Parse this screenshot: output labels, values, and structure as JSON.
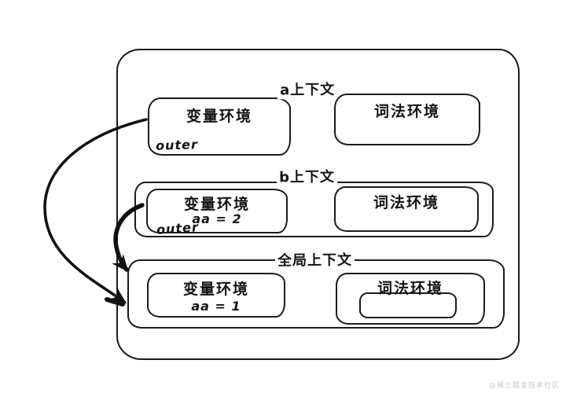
{
  "diagram": {
    "contexts": {
      "a": {
        "title": "a上下文",
        "variable_env": {
          "title": "变量环境",
          "outer": "outer"
        },
        "lexical_env": {
          "title": "词法环境"
        }
      },
      "b": {
        "title": "b上下文",
        "variable_env": {
          "title": "变量环境",
          "binding": "aa = 2",
          "outer": "outer"
        },
        "lexical_env": {
          "title": "词法环境"
        }
      },
      "global": {
        "title": "全局上下文",
        "variable_env": {
          "title": "变量环境",
          "binding": "aa = 1"
        },
        "lexical_env": {
          "title": "词法环境"
        }
      }
    },
    "arrows": [
      {
        "name": "outer-arrow-a-to-global",
        "from": "a上下文 outer",
        "to": "全局上下文"
      },
      {
        "name": "outer-arrow-b-to-global",
        "from": "b上下文 outer",
        "to": "全局上下文"
      }
    ],
    "colors": {
      "stroke": "#141414",
      "background": "#ffffff",
      "watermark": "#c8c8c8"
    }
  },
  "watermark": "@稀土掘金技术社区"
}
